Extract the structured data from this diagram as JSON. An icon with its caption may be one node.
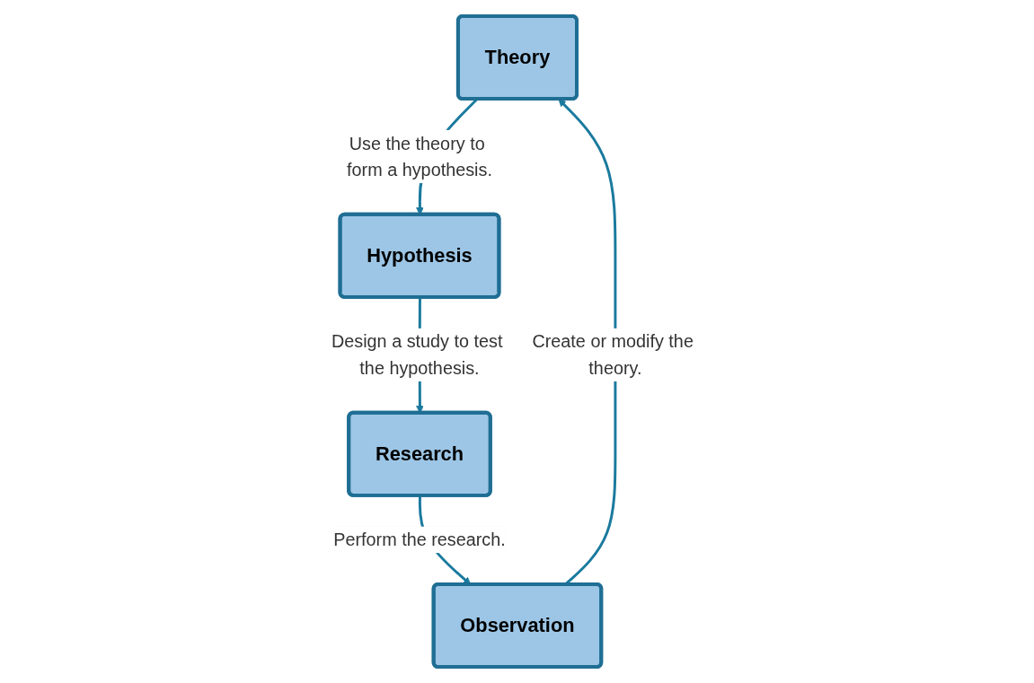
{
  "diagram": {
    "nodes": [
      {
        "text": [
          "Theory"
        ]
      },
      {
        "text": [
          "Hypothesis"
        ]
      },
      {
        "text": [
          "Research"
        ]
      },
      {
        "text": [
          "Observation"
        ]
      }
    ],
    "edges": [
      {
        "from": 0,
        "to": 1,
        "arrow": "to",
        "label": "Use the theory to form a hypothesis."
      },
      {
        "from": 1,
        "to": 2,
        "arrow": "to",
        "label": "Design a study to test the hypothesis."
      },
      {
        "from": 2,
        "to": 3,
        "arrow": "to",
        "label": "Perform the research."
      },
      {
        "from": 3,
        "to": 0,
        "arrow": "to",
        "label": "Create or modify the theory."
      }
    ]
  }
}
